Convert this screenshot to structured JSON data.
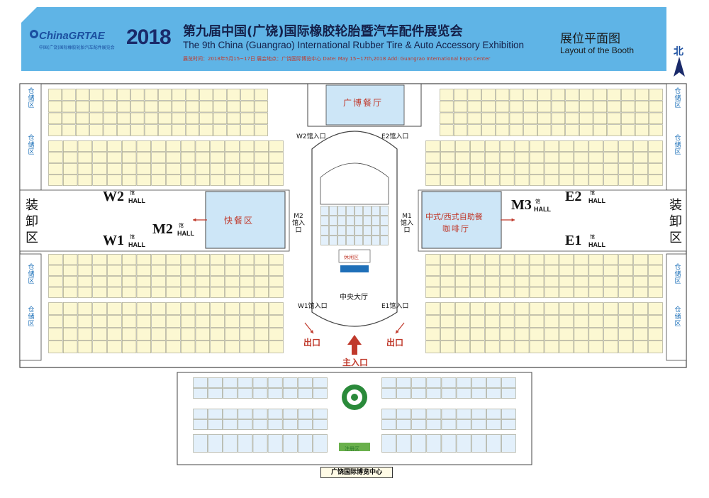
{
  "header": {
    "logo_text": "ChinaGRTAE",
    "logo_sub": "中国(广饶)国际橡胶轮胎汽车配件展览会",
    "year": "2018",
    "title_cn": "第九届中国(广饶)国际橡胶轮胎暨汽车配件展览会",
    "title_en": "The 9th China (Guangrao) International Rubber Tire & Auto Accessory Exhibition",
    "info_line": "展览时间：2018年5月15~17日    展会地点：广饶国际博览中心    Date: May 15~17th,2018    Add: Guangrao International Expo Center",
    "layout_cn": "展位平面图",
    "layout_en": "Layout of the Booth",
    "north": "北"
  },
  "colors": {
    "banner": "#5fb4e6",
    "booth": "#fcf8d2",
    "hall_blue": "#cde6f7",
    "accent_red": "#c0392b",
    "outline": "#444444"
  },
  "labels": {
    "storage": "仓储区",
    "unload": "装卸区",
    "w2": "W2",
    "w1": "W1",
    "m2": "M2",
    "m3": "M3",
    "e2": "E2",
    "e1": "E1",
    "guan": "馆",
    "hall": "HALL",
    "restaurant": "广博餐厅",
    "fast_food": "快餐区",
    "buffet_line1": "中式/西式自助餐",
    "buffet_line2": "咖啡厅",
    "w2_entrance": "W2馆入口",
    "e2_entrance": "E2馆入口",
    "w1_entrance": "W1馆入口",
    "e1_entrance": "E1馆入口",
    "m2_entrance": "M2馆入口",
    "m1_entrance": "M1馆入口",
    "central_hall": "中央大厅",
    "rest_area": "休闲区",
    "exit": "出口",
    "main_entrance": "主入口",
    "registration": "注册区",
    "expo_center": "广饶国际博览中心"
  }
}
